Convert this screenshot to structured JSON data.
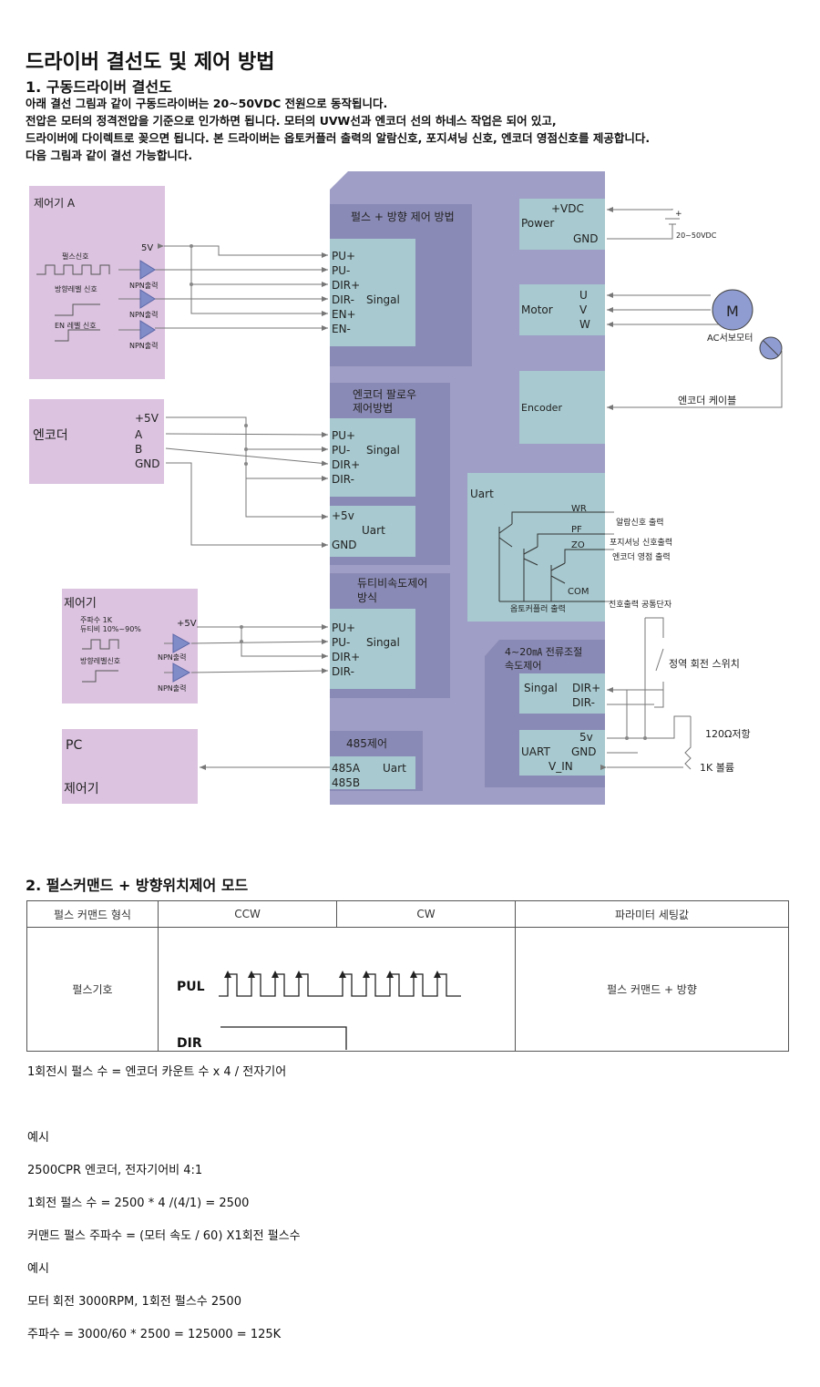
{
  "title": "드라이버 결선도 및 제어 방법",
  "section1": {
    "heading": "1. 구동드라이버 결선도",
    "intro": [
      " 아래 결선 그림과 같이 구동드라이버는 20~50VDC 전원으로 동작됩니다.",
      "전압은 모터의 정격전압을 기준으로 인가하면 됩니다. 모터의 UVW선과 엔코더 선의 하네스 작업은 되어 있고,",
      "드라이버에 다이렉트로 꽂으면 됩니다. 본 드라이버는 옵토커플러 출력의 알람신호, 포지셔닝 신호, 엔코더 영점신호를 제공합니다.",
      "다음 그림과 같이 결선 가능합니다."
    ]
  },
  "diagram": {
    "controllerA": {
      "title": "제어기 A",
      "v5": "5V",
      "pulse_signal": "펄스신호",
      "dir_level_signal": "방향레벨 신호",
      "en_level_signal": "EN 레벨 신호",
      "npn1": "NPN출력",
      "npn2": "NPN출력",
      "npn3": "NPN출력"
    },
    "pulse_dir_box": {
      "title": "펄스 + 방향 제어 방법",
      "pins": [
        "PU+",
        "PU-",
        "DIR+",
        "DIR-",
        "EN+",
        "EN-"
      ],
      "singal": "Singal"
    },
    "power": {
      "vdc": "+VDC",
      "label": "Power",
      "gnd": "GND",
      "plus": "+",
      "supply": "20~50VDC"
    },
    "motor": {
      "label": "Motor",
      "u": "U",
      "v": "V",
      "w": "W",
      "symbol": "M",
      "servo": "AC서보모터"
    },
    "encoder_block": {
      "label": "Encoder",
      "cable": "엔코더 케이블"
    },
    "encoder": {
      "title": "엔코더",
      "v5": "+5V",
      "a": "A",
      "b": "B",
      "gnd": "GND"
    },
    "encoder_follow": {
      "title1": "엔코더 팔로우",
      "title2": "제어방법",
      "pins": [
        "PU+",
        "PU-",
        "DIR+",
        "DIR-"
      ],
      "singal": "Singal"
    },
    "uart5v": {
      "v5": "+5v",
      "uart": "Uart",
      "gnd": "GND"
    },
    "uart_out": {
      "title": "Uart",
      "wr": "WR",
      "pf": "PF",
      "zo": "ZO",
      "com": "COM",
      "opto": "옵토커플러 출력",
      "alarm": "알람신호 출력",
      "positioning": "포지셔닝 신호출력",
      "enc_zero": "엔코더 영점 출력",
      "common": "신호출력 공통단자"
    },
    "duty": {
      "title1": "듀티비속도제어",
      "title2": "방식",
      "pins": [
        "PU+",
        "PU-",
        "DIR+",
        "DIR-"
      ],
      "singal": "Singal"
    },
    "controller2": {
      "title": "제어기",
      "freq": "주파수 1K",
      "duty": "듀티비 10%~90%",
      "v5": "+5V",
      "dir_signal": "방향레벨신호",
      "npn1": "NPN출력",
      "npn2": "NPN출력"
    },
    "current_ctrl": {
      "title1": "4~20㎃ 전류조절",
      "title2": "속도제어",
      "singal": "Singal",
      "dir_plus": "DIR+",
      "dir_minus": "DIR-",
      "v5": "5v",
      "uart": "UART",
      "gnd": "GND",
      "vin": "V_IN",
      "switch": "정역 회전 스위치",
      "resistor": "120Ω저항",
      "pot": "1K 볼륨"
    },
    "pc": {
      "line1": "PC",
      "line2": "제어기"
    },
    "rs485": {
      "title": "485제어",
      "a": "485A",
      "b": "485B",
      "uart": "Uart"
    }
  },
  "section2": {
    "heading": "2. 펄스커맨드 + 방향위치제어 모드",
    "table": {
      "headers": [
        "펄스 커맨드 형식",
        "CCW",
        "CW",
        "파라미터 세팅값"
      ],
      "row_label": "펄스기호",
      "pul": "PUL",
      "dir": "DIR",
      "param_value": "펄스 커맨드 + 방향"
    },
    "lines": [
      "1회전시 펄스 수 = 엔코더 카운트 수 x 4 / 전자기어",
      "예시",
      "2500CPR 엔코더, 전자기어비 4:1",
      "1회전 펄스 수 = 2500 * 4 /(4/1) = 2500",
      "커맨드 펄스 주파수 = (모터 속도 / 60) X1회전 펄스수",
      "예시",
      "모터 회전 3000RPM, 1회전 펄스수 2500",
      "주파수 = 3000/60 * 2500 = 125000 = 125K"
    ]
  },
  "colors": {
    "driver_body": "#9e9ec6",
    "sub_panel": "#8888b4",
    "teal_box": "#a7c9cf",
    "controller_box": "#dcc3e0"
  }
}
